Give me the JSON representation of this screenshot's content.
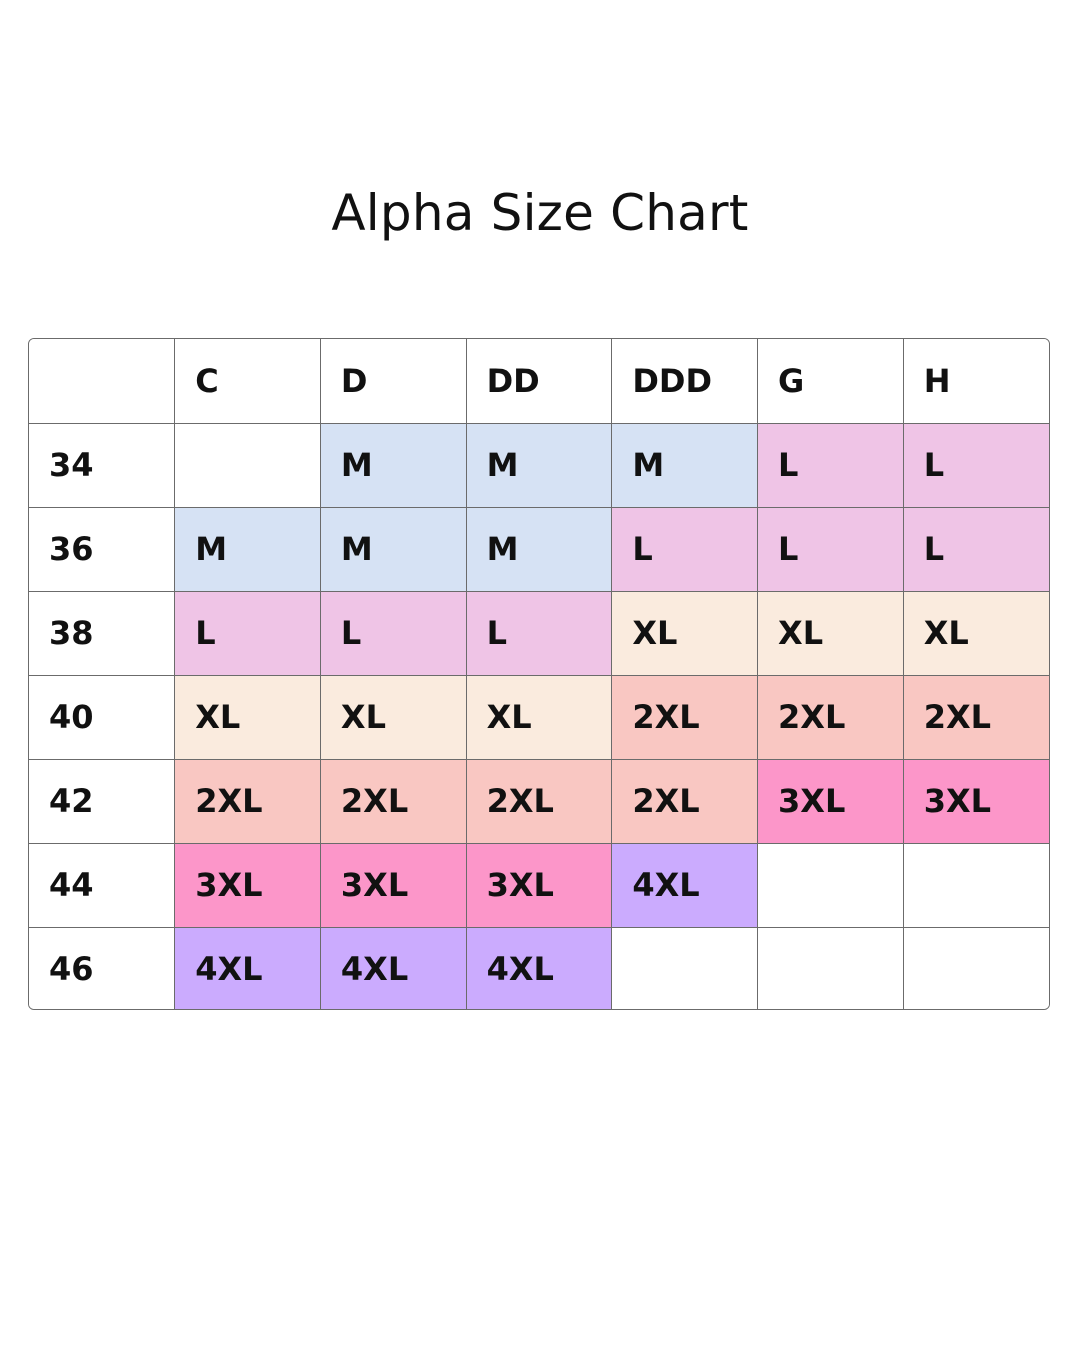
{
  "chart_data": {
    "type": "table",
    "title": "Alpha Size Chart",
    "columns": [
      "",
      "C",
      "D",
      "DD",
      "DDD",
      "G",
      "H"
    ],
    "rows": [
      {
        "band": "34",
        "cells": [
          "",
          "M",
          "M",
          "M",
          "L",
          "L"
        ]
      },
      {
        "band": "36",
        "cells": [
          "M",
          "M",
          "M",
          "L",
          "L",
          "L"
        ]
      },
      {
        "band": "38",
        "cells": [
          "L",
          "L",
          "L",
          "XL",
          "XL",
          "XL"
        ]
      },
      {
        "band": "40",
        "cells": [
          "XL",
          "XL",
          "XL",
          "2XL",
          "2XL",
          "2XL"
        ]
      },
      {
        "band": "42",
        "cells": [
          "2XL",
          "2XL",
          "2XL",
          "2XL",
          "3XL",
          "3XL"
        ]
      },
      {
        "band": "44",
        "cells": [
          "3XL",
          "3XL",
          "3XL",
          "4XL",
          "",
          ""
        ]
      },
      {
        "band": "46",
        "cells": [
          "4XL",
          "4XL",
          "4XL",
          "",
          "",
          ""
        ]
      }
    ],
    "size_colors": {
      "M": "#d6e2f4",
      "L": "#efc4e6",
      "XL": "#faebde",
      "2XL": "#f9c7c2",
      "3XL": "#fc96c9",
      "4XL": "#cbabfe"
    },
    "empty_color": "#ffffff",
    "border_color": "#6b6b6b"
  }
}
